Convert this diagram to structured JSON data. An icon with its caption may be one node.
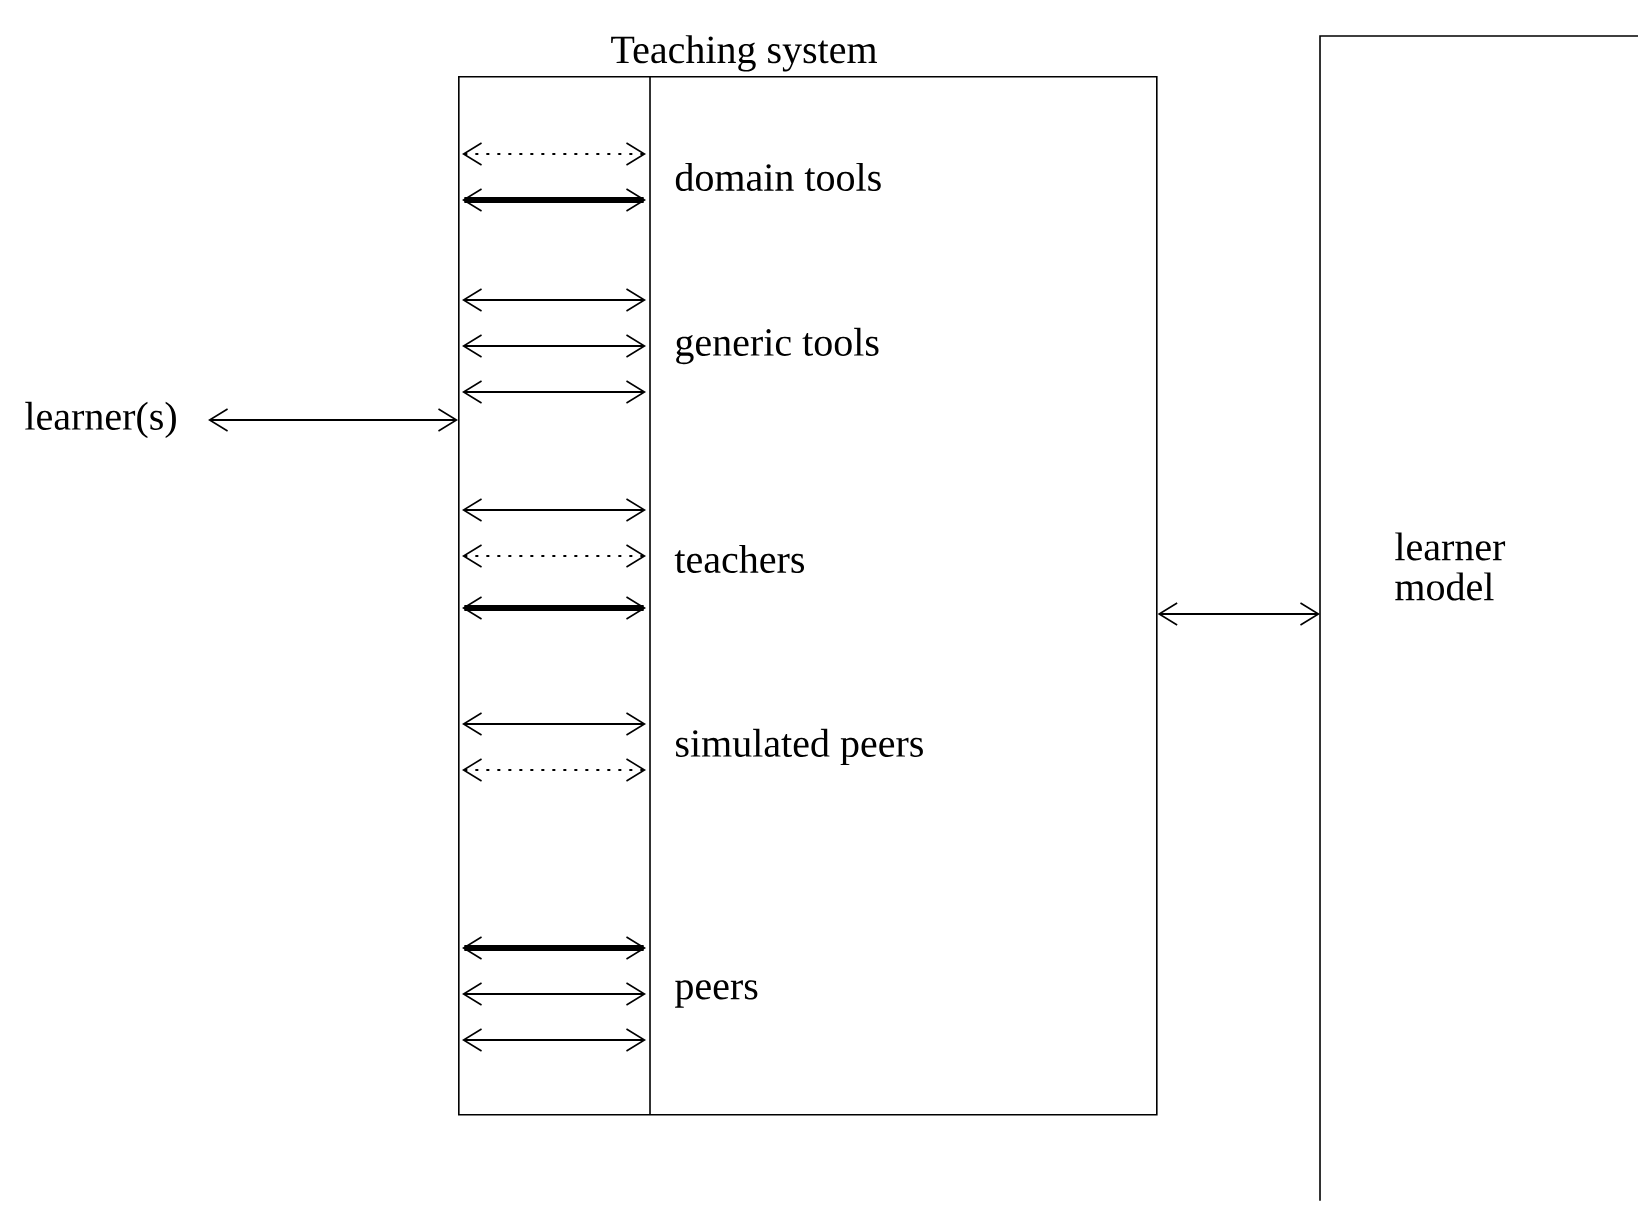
{
  "diagram": {
    "nodes": [
      {
        "text": [
          "learner(s)"
        ]
      },
      {
        "text": [
          "Teaching system"
        ]
      },
      {
        "text": [
          "domain tools"
        ],
        "in": 1
      },
      {
        "text": [
          "generic tools"
        ],
        "in": 1
      },
      {
        "text": [
          "teachers"
        ],
        "in": 1
      },
      {
        "text": [
          "simulated peers"
        ],
        "in": 1
      },
      {
        "text": [
          "peers"
        ],
        "in": 1
      },
      {
        "text": [
          "learner model"
        ]
      }
    ],
    "edges": [
      {
        "from": 0,
        "to": 1,
        "arrow": "both"
      },
      {
        "from": 1,
        "to": 7,
        "arrow": "both"
      },
      {
        "from": null,
        "to": 2,
        "arrow": "both",
        "style": "dashed"
      },
      {
        "from": null,
        "to": 2,
        "arrow": "both",
        "style": "thick"
      },
      {
        "from": null,
        "to": 3,
        "arrow": "both"
      },
      {
        "from": null,
        "to": 3,
        "arrow": "both"
      },
      {
        "from": null,
        "to": 3,
        "arrow": "both"
      },
      {
        "from": null,
        "to": 4,
        "arrow": "both"
      },
      {
        "from": null,
        "to": 4,
        "arrow": "both",
        "style": "dashed"
      },
      {
        "from": null,
        "to": 4,
        "arrow": "both",
        "style": "thick"
      },
      {
        "from": null,
        "to": 5,
        "arrow": "both"
      },
      {
        "from": null,
        "to": 5,
        "arrow": "both",
        "style": "dashed"
      },
      {
        "from": null,
        "to": 6,
        "arrow": "both",
        "style": "thick"
      },
      {
        "from": null,
        "to": 6,
        "arrow": "both"
      },
      {
        "from": null,
        "to": 6,
        "arrow": "both"
      }
    ]
  }
}
